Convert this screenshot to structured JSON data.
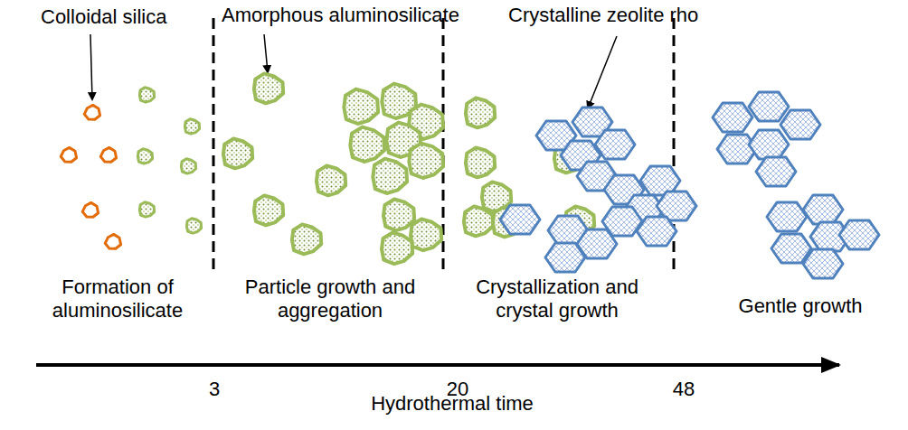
{
  "diagram": {
    "labels": [
      "Colloidal silica",
      "Amorphous aluminosilicate",
      "Crystalline zeolite rho",
      "Formation of aluminosilicate",
      "Particle growth and aggregation",
      "Crystallization and crystal growth",
      "Gentle growth",
      "3",
      "20",
      "48",
      "Hydrothermal time"
    ]
  }
}
